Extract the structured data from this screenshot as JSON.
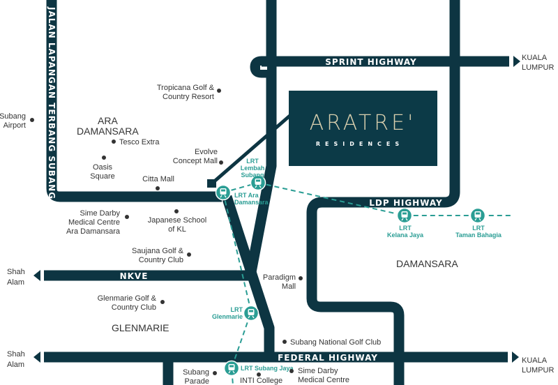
{
  "colors": {
    "road": "#0d3542",
    "lrt": "#2a9d94",
    "logo_bg": "#0c3a47",
    "logo_text": "#d8cfae"
  },
  "roads": {
    "jalan_lapangan": "JALAN LAPANGAN TERBANG SUBANG",
    "sprint": "SPRINT HIGHWAY",
    "ldp": "LDP HIGHWAY",
    "nkve": "NKVE",
    "federal": "FEDERAL HIGHWAY"
  },
  "destinations": {
    "kl_top": [
      "KUALA",
      "LUMPUR"
    ],
    "kl_bottom": [
      "KUALA",
      "LUMPUR"
    ],
    "shah_alam_nkve": [
      "Shah",
      "Alam"
    ],
    "shah_alam_federal": [
      "Shah",
      "Alam"
    ]
  },
  "logo": {
    "name": "ARATRE'",
    "sub": "RESIDENCES"
  },
  "areas": {
    "ara": [
      "ARA",
      "DAMANSARA"
    ],
    "damansara": "DAMANSARA",
    "glenmarie": "GLENMARIE"
  },
  "places": {
    "subang_airport": [
      "Subang",
      "Airport"
    ],
    "tropicana": [
      "Tropicana Golf &",
      "Country Resort"
    ],
    "tesco": "Tesco Extra",
    "oasis": [
      "Oasis",
      "Square"
    ],
    "evolve": [
      "Evolve",
      "Concept Mall"
    ],
    "citta": "Citta Mall",
    "sime_ara": [
      "Sime Darby",
      "Medical Centre",
      "Ara Damansara"
    ],
    "japanese": [
      "Japanese School",
      "of KL"
    ],
    "saujana": [
      "Saujana Golf &",
      "Country Club"
    ],
    "paradigm": [
      "Paradigm",
      "Mall"
    ],
    "glenmarie_golf": [
      "Glenmarie Golf &",
      "Country Club"
    ],
    "subang_golf": "Subang National Golf Club",
    "subang_parade": [
      "Subang",
      "Parade"
    ],
    "inti": "INTI College",
    "sime_sj": [
      "Sime Darby",
      "Medical Centre"
    ]
  },
  "stations": {
    "lembah": [
      "LRT",
      "Lembah",
      "Subang"
    ],
    "ara": [
      "LRT Ara",
      "Damansara"
    ],
    "kelana": [
      "LRT",
      "Kelana Jaya"
    ],
    "taman": [
      "LRT",
      "Taman Bahagia"
    ],
    "glenmarie": [
      "LRT",
      "Glenmarie"
    ],
    "subang_jaya": "LRT Subang Jaya"
  }
}
